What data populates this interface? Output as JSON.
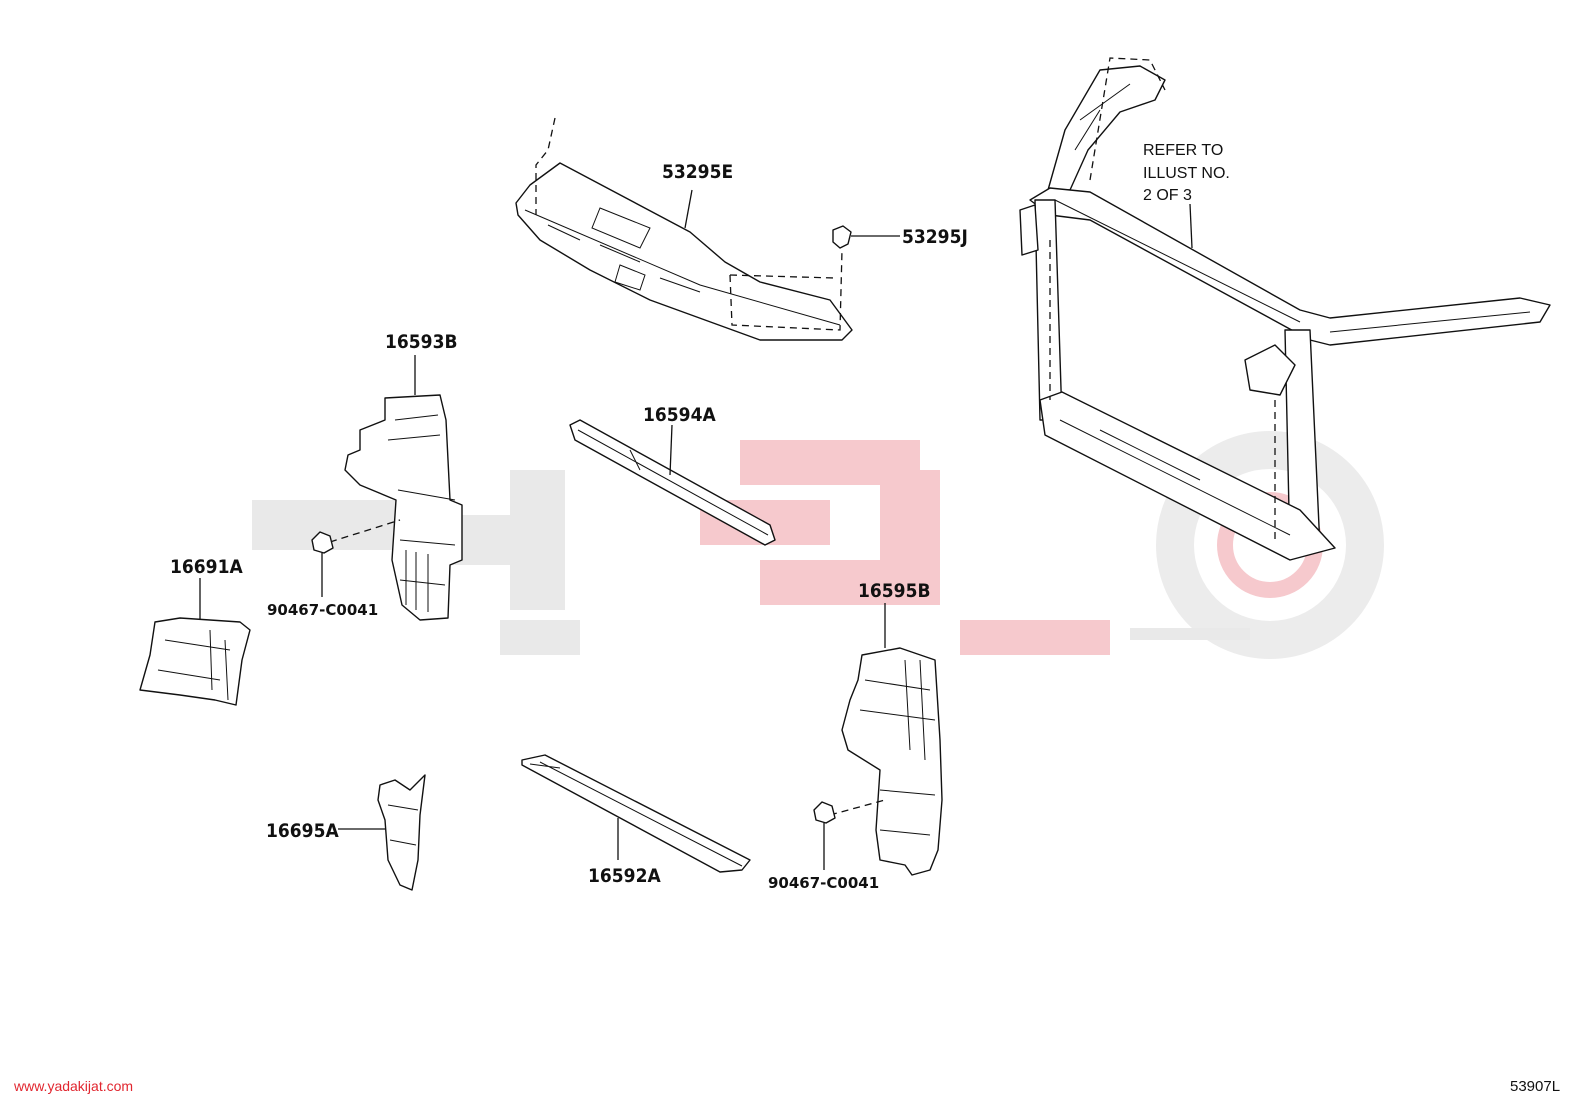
{
  "labels": {
    "p53295E": "53295E",
    "p53295J": "53295J",
    "p16593B": "16593B",
    "p16594A": "16594A",
    "p16691A": "16691A",
    "p90467_left": "90467-C0041",
    "p16595B": "16595B",
    "p90467_right": "90467-C0041",
    "p16695A": "16695A",
    "p16592A": "16592A"
  },
  "refer_note": [
    "REFER TO",
    "ILLUST NO.",
    "2 OF 3"
  ],
  "footer": {
    "website": "www.yadakijat.com",
    "drawing_code": "53907L"
  },
  "colors": {
    "ink": "#111111",
    "watermark_gray": "#e9e9e9",
    "watermark_red": "#f6c9cd",
    "url_red": "#e1262f"
  }
}
